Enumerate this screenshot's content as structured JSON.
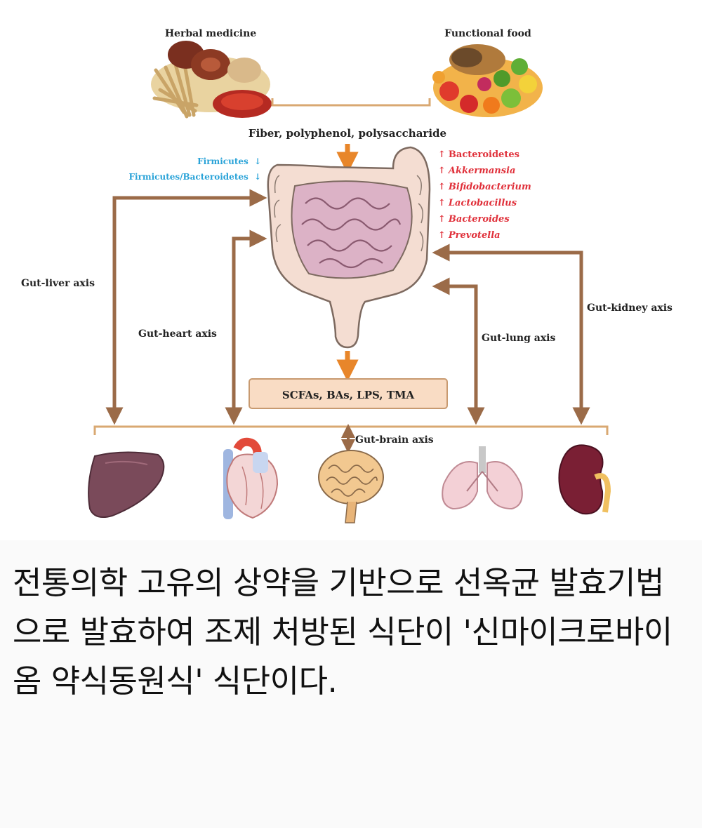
{
  "diagram": {
    "sources": {
      "herbal": "Herbal medicine",
      "functional": "Functional food"
    },
    "compounds": "Fiber, polyphenol, polysaccharide",
    "decreased": {
      "arrow": "↓",
      "items": [
        "Firmicutes",
        "Firmicutes/Bacteroidetes"
      ]
    },
    "increased": {
      "arrow": "↑",
      "items": [
        "Bacteroidetes",
        "Akkermansia",
        "Bifidobacterium",
        "Lactobacillus",
        "Bacteroides",
        "Prevotella"
      ]
    },
    "metabolites": "SCFAs, BAs, LPS, TMA",
    "axes": {
      "liver": "Gut-liver axis",
      "heart": "Gut-heart axis",
      "brain": "Gut-brain axis",
      "lung": "Gut-lung axis",
      "kidney": "Gut-kidney axis"
    },
    "colors": {
      "arrow": "#9b6b48",
      "orange_arrow": "#e8862a",
      "metabolite_box": "#f9dcc4",
      "decreased_text": "#2aa3d8",
      "increased_text": "#e0303a"
    }
  },
  "caption": "전통의학 고유의 상약을 기반으로 선옥균 발효기법으로 발효하여 조제 처방된 식단이 '신마이크로바이옴 약식동원식' 식단이다."
}
